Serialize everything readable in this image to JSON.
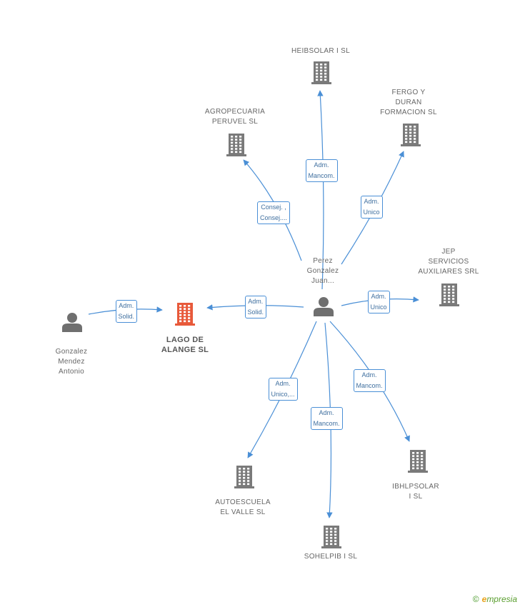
{
  "colors": {
    "edge": "#4a8fd6",
    "building": "#7a7a7a",
    "focus": "#e8593a",
    "person": "#6f6f6f"
  },
  "nodes": [
    {
      "id": "heibsolar",
      "type": "company",
      "label": "HEIBSOLAR I SL"
    },
    {
      "id": "fergo",
      "type": "company",
      "label": "FERGO Y\nDURAN\nFORMACION SL"
    },
    {
      "id": "agro",
      "type": "company",
      "label": "AGROPECUARIA\nPERUVEL SL"
    },
    {
      "id": "jep",
      "type": "company",
      "label": "JEP\nSERVICIOS\nAUXILIARES SRL"
    },
    {
      "id": "lago",
      "type": "focus",
      "label": "LAGO DE\nALANGE SL"
    },
    {
      "id": "gonzalez",
      "type": "person",
      "label": "Gonzalez\nMendez\nAntonio"
    },
    {
      "id": "perez",
      "type": "person",
      "label": "Perez\nGonzalez\nJuan..."
    },
    {
      "id": "ibhl",
      "type": "company",
      "label": "IBHLPSOLAR\nI SL"
    },
    {
      "id": "auto",
      "type": "company",
      "label": "AUTOESCUELA\nEL VALLE SL"
    },
    {
      "id": "sohel",
      "type": "company",
      "label": "SOHELPIB I SL"
    }
  ],
  "edges": [
    {
      "from": "perez",
      "to": "heibsolar",
      "label": "Adm.\nMancom."
    },
    {
      "from": "perez",
      "to": "fergo",
      "label": "Adm.\nUnico"
    },
    {
      "from": "perez",
      "to": "agro",
      "label": "Consej. ,\nConsej...."
    },
    {
      "from": "perez",
      "to": "jep",
      "label": "Adm.\nUnico"
    },
    {
      "from": "perez",
      "to": "lago",
      "label": "Adm.\nSolid."
    },
    {
      "from": "gonzalez",
      "to": "lago",
      "label": "Adm.\nSolid."
    },
    {
      "from": "perez",
      "to": "ibhl",
      "label": "Adm.\nMancom."
    },
    {
      "from": "perez",
      "to": "auto",
      "label": "Adm.\nUnico,..."
    },
    {
      "from": "perez",
      "to": "sohel",
      "label": "Adm.\nMancom."
    }
  ],
  "footer": {
    "copyright": "©",
    "brand_initial": "e",
    "brand_rest": "mpresia"
  }
}
